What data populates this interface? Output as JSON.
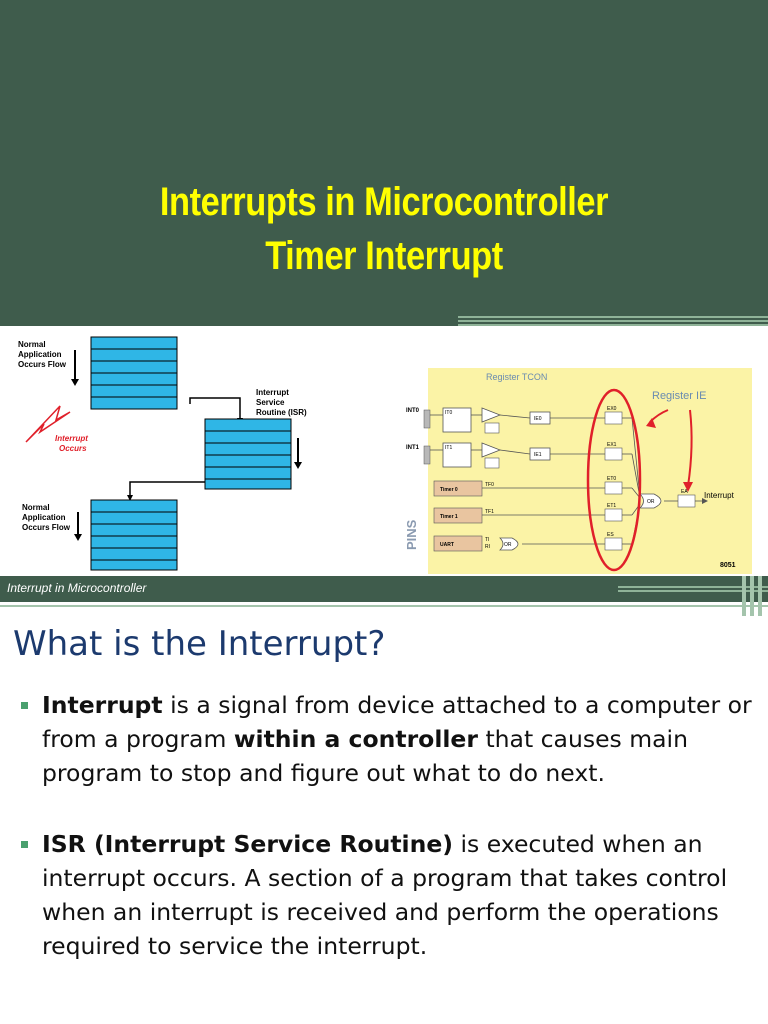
{
  "header": {
    "title_line1": "Interrupts in Microcontroller",
    "title_line2": "Timer Interrupt"
  },
  "figure": {
    "caption": "Interrupt in Microcontroller",
    "flow": {
      "normal_top": [
        "Normal",
        "Application",
        "Occurs Flow"
      ],
      "isr": [
        "Interrupt",
        "Service",
        "Routine (ISR)"
      ],
      "interrupt_occurs": [
        "Interrupt",
        "Occurs"
      ],
      "normal_bottom": [
        "Normal",
        "Application",
        "Occurs Flow"
      ]
    },
    "circuit": {
      "register_tcon": "Register TCON",
      "register_ie": "Register IE",
      "int0": "INT0",
      "int1": "INT1",
      "it0": "IT0",
      "it1": "IT1",
      "ie0": "IE0",
      "ie1": "IE1",
      "timer0": "Timer 0",
      "timer1": "Timer 1",
      "uart": "UART",
      "tf0": "TF0",
      "tf1": "TF1",
      "ti": "TI",
      "ri": "RI",
      "or1": "OR",
      "or2": "OR",
      "ex0": "EX0",
      "ex1": "EX1",
      "et0": "ET0",
      "et1": "ET1",
      "es": "ES",
      "ea": "EA",
      "interrupt": "Interrupt",
      "pins": "PINS",
      "chip": "8051"
    }
  },
  "content": {
    "heading": "What is the Interrupt?",
    "bullet1": {
      "bold1": "Interrupt",
      "text1": " is a signal from device attached to a computer or from a program ",
      "bold2": "within a controller",
      "text2": " that causes main program to stop and figure out what to do next."
    },
    "bullet2": {
      "bold1": "ISR (Interrupt Service Routine)",
      "text1": " is executed when an interrupt occurs. A section of a program that takes control when an interrupt is received and perform the operations required to service the interrupt."
    }
  },
  "colors": {
    "header_bg": "#3f5c4c",
    "title": "#ffff00",
    "heading": "#1c3a6e",
    "bullet": "#4aa06e",
    "block": "#2fb6e6",
    "circuit_bg": "#fbf3a6",
    "marker_red": "#e0202a"
  }
}
